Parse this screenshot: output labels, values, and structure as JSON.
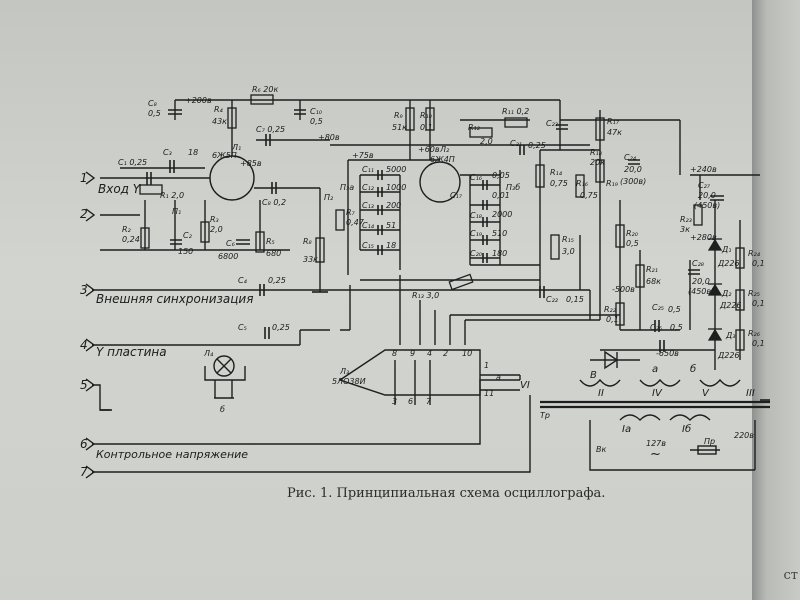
{
  "figure": {
    "caption": "Рис. 1. Принципиальная схема осциллографа."
  },
  "inputs": {
    "in1": {
      "num": "1",
      "label": "Вход Y"
    },
    "in2": {
      "num": "2"
    },
    "in3": {
      "num": "3",
      "label": "Внешняя синхронизация"
    },
    "in4": {
      "num": "4",
      "label": "Y пластина"
    },
    "in5": {
      "num": "5"
    },
    "in6": {
      "num": "6",
      "label": "Контрольное напряжение"
    },
    "in7": {
      "num": "7"
    }
  },
  "components": {
    "c1": "С₁ 0,25",
    "c8": "С₈",
    "c8v": "0,5",
    "c9": "С₉",
    "c10": "С₁₀",
    "c10v": "0,5",
    "v200": "+200в",
    "r6": "R₆ 20к",
    "r4": "R₄",
    "r4v": "43к",
    "l1": "Л₁",
    "l1t": "6Ж5П",
    "v85": "+85в",
    "c7": "С₇ 0,25",
    "v80": "+80в",
    "c3": "С₃",
    "c3v": "18",
    "r1": "R₁ 2,0",
    "p1": "П₁",
    "r2": "R₂",
    "r2v": "0,24",
    "c2": "С₂",
    "c2v": "150",
    "r3": "R₃",
    "r3v": "2,0",
    "c6": "С₆",
    "c6v": "6800",
    "r5": "R₅",
    "r5v": "680",
    "c8b": "С₈ 0,2",
    "p2": "П₂",
    "p3a": "П₃а",
    "r7": "R₇",
    "r7v": "0,47",
    "r8": "R₈",
    "r8v": "33к",
    "v75": "+75в",
    "c11": "С₁₁",
    "c11v": "5000",
    "c12": "С₁₂",
    "c12v": "1000",
    "c13": "С₁₃",
    "c13v": "200",
    "c14": "С₁₄",
    "c14v": "51",
    "c15": "С₁₅",
    "c15v": "18",
    "r9": "R₉",
    "r9v": "51к",
    "r10": "R₁₀",
    "r10v": "0,1",
    "l2": "Л₂",
    "l2t": "6Ж4П",
    "v60": "+60в",
    "r11": "R₁₁ 0,2",
    "r12": "R₁₂",
    "r12v": "2,0",
    "c23": "С₂₃",
    "c21": "С₂₁",
    "c21v": "0,25",
    "r14": "R₁₄",
    "r14v": "0,75",
    "c16": "С₁₆",
    "c16v": "0,05",
    "c17": "С₁₇",
    "c17v": "0,01",
    "c18": "С₁₈",
    "c18v": "2000",
    "c19": "С₁₉",
    "c19v": "510",
    "c20": "С₂₀",
    "c20v": "180",
    "p3b": "П₃б",
    "r15": "R₁₅",
    "r15v": "3,0",
    "r17": "R₁₇",
    "r17v": "47к",
    "r18": "R₁₈",
    "r18v": "20к",
    "r16": "R₁₆",
    "r16v": "0,75",
    "r19": "R₁₉",
    "c24": "С₂₄",
    "c24v": "20,0",
    "c24u": "(300в)",
    "v240": "+240в",
    "v280": "+280в",
    "c27": "С₂₇",
    "c27v": "20,0",
    "c27u": "(450в)",
    "r23": "R₂₃",
    "r23v": "3к",
    "r20": "R₂₀",
    "r20v": "0,5",
    "r21": "R₂₁",
    "r21v": "68к",
    "v500": "-500в",
    "r22": "R₂₂",
    "r22v": "0,1",
    "c25": "С₂₅",
    "c25v": "0,5",
    "c26": "С₂₆",
    "c26v": "0,5",
    "v650": "-650в",
    "c28": "С₂₈",
    "c28v": "20,0",
    "c28u": "(450в)",
    "d1": "Д₁",
    "d1t": "Д226",
    "d2": "Д₂",
    "d2t": "Д226",
    "d3": "Д₃",
    "d3t": "Д226",
    "r24": "R₂₄",
    "r24v": "0,1",
    "r25": "R₂₅",
    "r25v": "0,1",
    "r26": "R₂₆",
    "r26v": "0,1",
    "c4": "С₄",
    "c4v": "0,25",
    "c5": "С₅",
    "c5v": "0,25",
    "r13": "R₁₃ 3,0",
    "c22": "С₂₂",
    "c22v": "0,15",
    "l3": "Л₃",
    "l3t": "5ЛО38И",
    "l4": "Л₄",
    "pin8": "8",
    "pin9": "9",
    "pin4": "4",
    "pin2": "2",
    "pin10": "10",
    "pin3": "3",
    "pin6": "6",
    "pin7": "7",
    "pin1": "1",
    "pin11": "11",
    "pinA": "а",
    "tubeB": "б",
    "tr": "Тр",
    "w2": "II",
    "w4": "IV",
    "w5": "V",
    "w3": "III",
    "w6": "VI",
    "wa": "а",
    "wb": "б",
    "wB": "В",
    "w1a": "Iа",
    "w1b": "Iб",
    "v127": "127в",
    "v220": "220в",
    "vk": "Вк",
    "pr": "Пр",
    "sine": "~"
  }
}
